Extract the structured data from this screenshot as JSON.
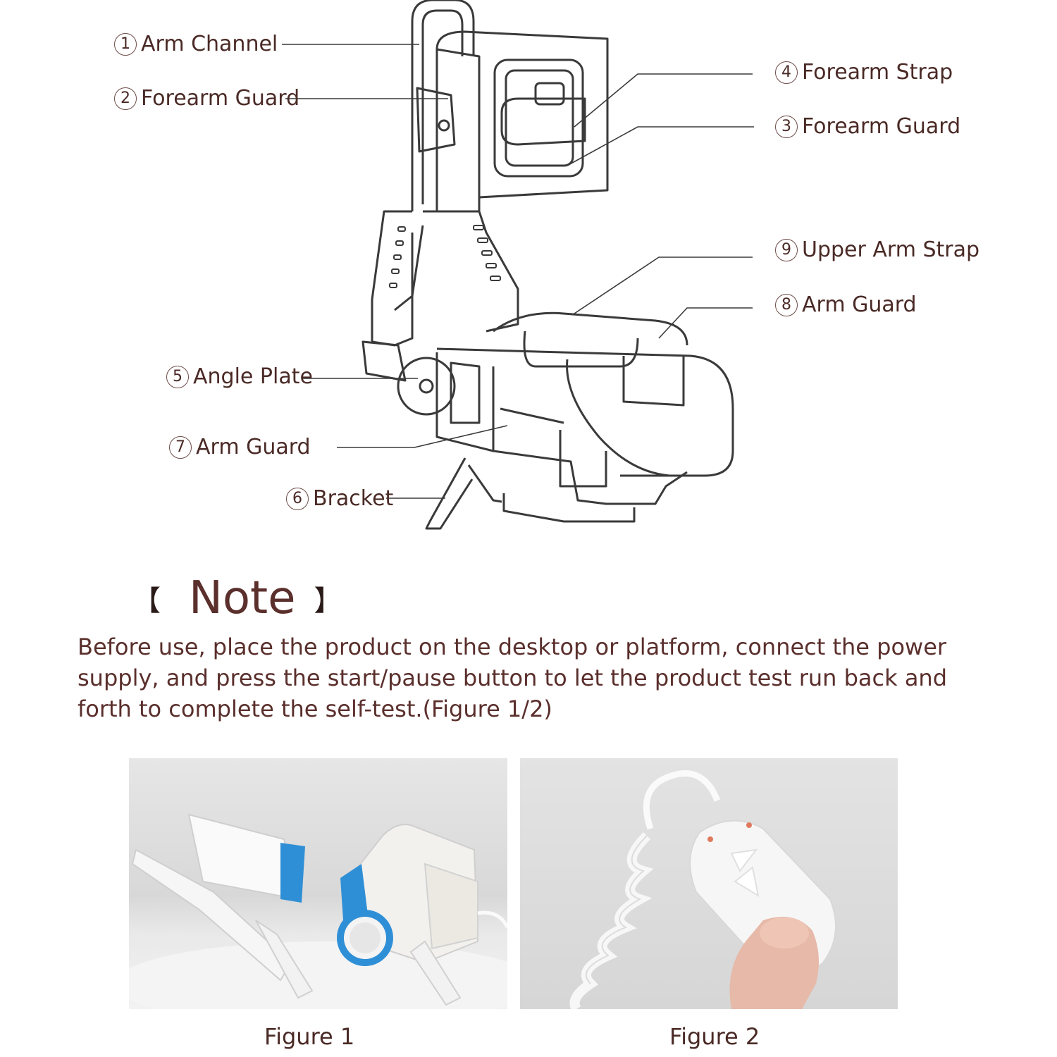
{
  "callouts": [
    {
      "num": "1",
      "label": "Arm Channel"
    },
    {
      "num": "2",
      "label": "Forearm Guard"
    },
    {
      "num": "4",
      "label": "Forearm Strap"
    },
    {
      "num": "3",
      "label": "Forearm Guard"
    },
    {
      "num": "9",
      "label": "Upper Arm Strap"
    },
    {
      "num": "8",
      "label": "Arm Guard"
    },
    {
      "num": "5",
      "label": "Angle Plate"
    },
    {
      "num": "7",
      "label": "Arm Guard"
    },
    {
      "num": "6",
      "label": "Bracket"
    }
  ],
  "note": {
    "bracket_open": "【",
    "heading": "Note",
    "bracket_close": "】",
    "text": "Before use, place the product on the desktop or platform, connect the power supply, and press the start/pause button to let the product test run back and forth to complete the self-test.(Figure 1/2)"
  },
  "figures": [
    {
      "caption": "Figure 1"
    },
    {
      "caption": "Figure 2"
    }
  ]
}
